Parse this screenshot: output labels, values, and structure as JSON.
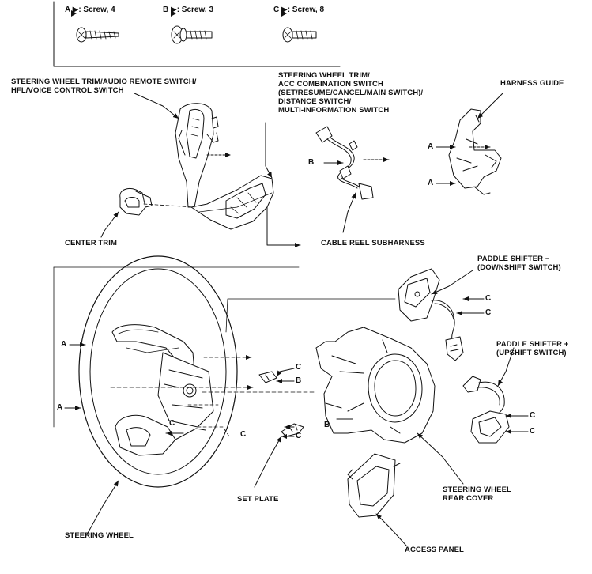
{
  "legend": {
    "a": "A ▶: Screw, 4",
    "b": "B ▶: Screw, 3",
    "c": "C ▶: Screw, 8"
  },
  "labels": {
    "trim_audio": [
      "STEERING WHEEL TRIM/AUDIO REMOTE SWITCH/",
      "HFL/VOICE CONTROL SWITCH"
    ],
    "trim_acc": [
      "STEERING WHEEL TRIM/",
      "ACC COMBINATION SWITCH",
      "(SET/RESUME/CANCEL/MAIN SWITCH)/",
      "DISTANCE SWITCH/",
      "MULTI-INFORMATION SWITCH"
    ],
    "harness_guide": "HARNESS GUIDE",
    "center_trim": "CENTER TRIM",
    "cable_reel": "CABLE REEL SUBHARNESS",
    "paddle_down": [
      "PADDLE SHIFTER −",
      "(DOWNSHIFT SWITCH)"
    ],
    "paddle_up": [
      "PADDLE SHIFTER +",
      "(UPSHIFT SWITCH)"
    ],
    "set_plate": "SET PLATE",
    "rear_cover": [
      "STEERING WHEEL",
      "REAR COVER"
    ],
    "steering_wheel": "STEERING WHEEL",
    "access_panel": "ACCESS PANEL"
  },
  "screw_letters": {
    "a": "A",
    "b": "B",
    "c": "C"
  }
}
